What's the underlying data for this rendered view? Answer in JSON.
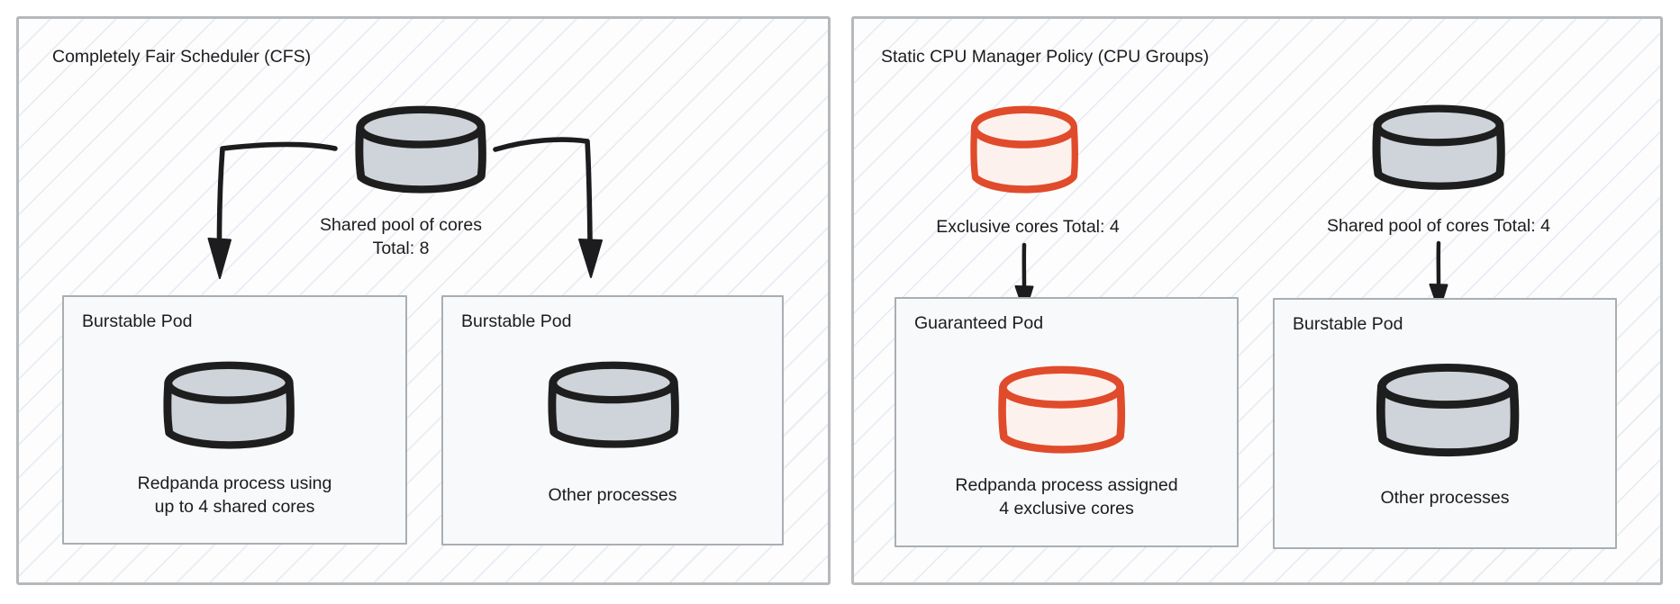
{
  "colors": {
    "ink": "#1c1c1e",
    "arrow": "#1c1c1e",
    "panel_border": "#b6b9bc",
    "panel_fill": "#fdfdfe",
    "hatch_line": "#e9edf3",
    "pod_border": "#a9aeb3",
    "pod_fill": "#f8f9fa",
    "cylinder_gray_fill": "#ced4da",
    "cylinder_gray_stroke": "#1e1e1e",
    "cylinder_red_fill": "#fdf1ed",
    "cylinder_red_stroke": "#e04b2b"
  },
  "left_panel": {
    "title": "Completely Fair Scheduler (CFS)",
    "pool": {
      "label": [
        "Shared pool of cores",
        "Total: 8"
      ]
    },
    "pods": [
      {
        "title": "Burstable Pod",
        "caption": [
          "Redpanda process using",
          "up to 4 shared cores"
        ]
      },
      {
        "title": "Burstable Pod",
        "caption": [
          "Other processes"
        ]
      }
    ]
  },
  "right_panel": {
    "title": "Static CPU Manager Policy (CPU Groups)",
    "pools": [
      {
        "label": "Exclusive cores Total: 4"
      },
      {
        "label": "Shared pool of cores Total: 4"
      }
    ],
    "pods": [
      {
        "title": "Guaranteed Pod",
        "caption": [
          "Redpanda process assigned",
          "4 exclusive cores"
        ]
      },
      {
        "title": "Burstable Pod",
        "caption": [
          "Other processes"
        ]
      }
    ]
  }
}
